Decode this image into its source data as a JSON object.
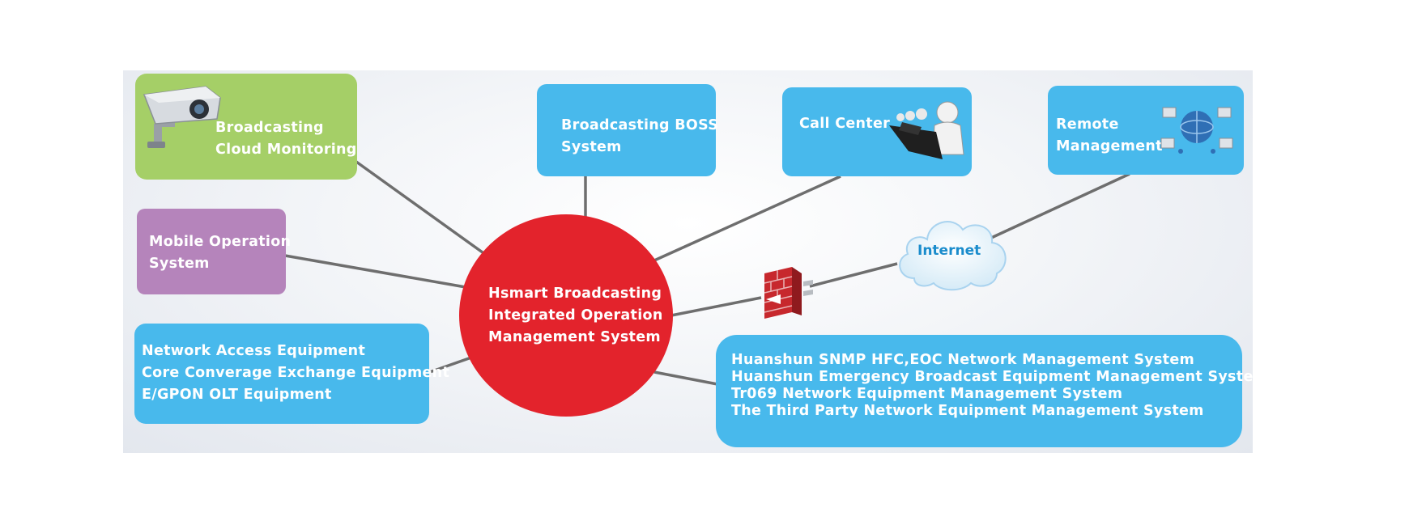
{
  "center": {
    "lines": [
      "Hsmart Broadcasting",
      "Integrated Operation",
      "Management System"
    ]
  },
  "nodes": {
    "cloud_monitoring": {
      "lines": [
        "Broadcasting",
        "Cloud Monitoring"
      ],
      "icon": "security-camera-icon"
    },
    "boss": {
      "lines": [
        "Broadcasting BOSS",
        "System"
      ]
    },
    "call_center": {
      "lines": [
        "Call Center"
      ],
      "icon": "headset-operators-icon"
    },
    "remote": {
      "lines": [
        "Remote",
        "Management"
      ],
      "icon": "globe-network-icon"
    },
    "mobile": {
      "lines": [
        "Mobile Operation",
        "System"
      ]
    },
    "network_equipment": {
      "lines": [
        "Network Access Equipment",
        "Core Converage Exchange Equipment",
        "E/GPON OLT Equipment"
      ]
    },
    "nms": {
      "lines": [
        "Huanshun SNMP HFC,EOC Network Management System",
        "Huanshun Emergency Broadcast Equipment Management System",
        "Tr069 Network Equipment Management System",
        "The Third Party Network Equipment Management System"
      ]
    },
    "internet": {
      "label": "Internet",
      "icon": "cloud-icon"
    },
    "firewall": {
      "icon": "firewall-icon"
    }
  },
  "colors": {
    "hub": "#e3232c",
    "blue": "#48b9ec",
    "green": "#a5cf67",
    "purple": "#b584bb",
    "link": "#6e6e6e",
    "internet_text": "#1a8ccc"
  }
}
